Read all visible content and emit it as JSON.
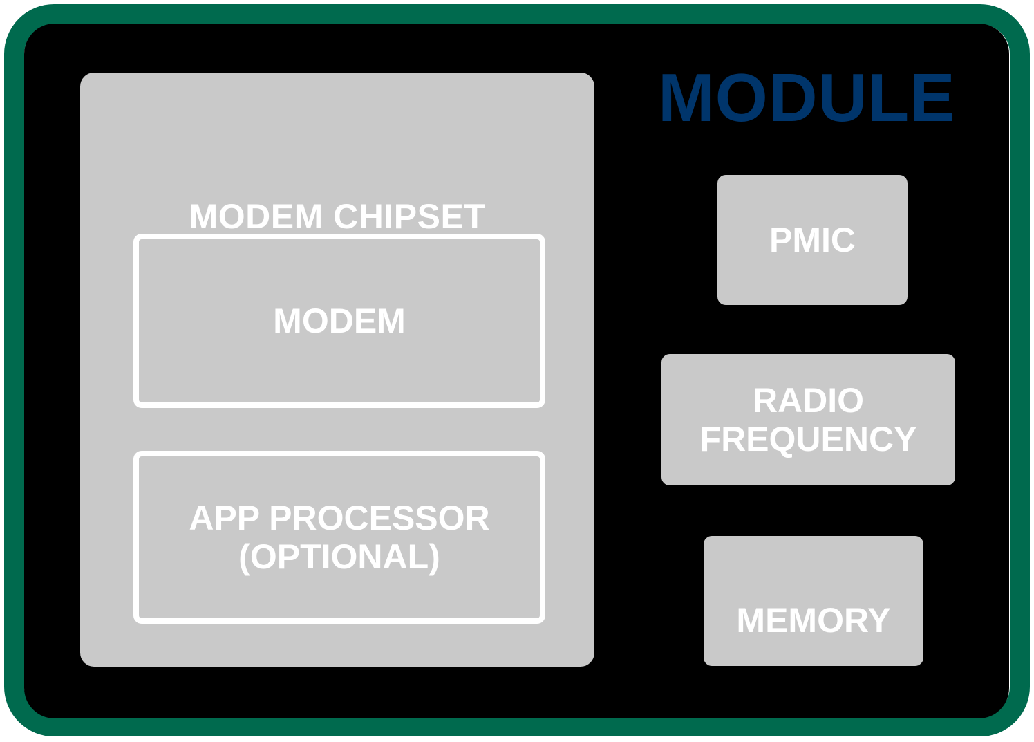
{
  "diagram": {
    "title": "MODULE",
    "title_color": "#00356B",
    "frame_color": "#006A4E",
    "body_color": "#000000",
    "block_fill_color": "#C9C9C9",
    "label_color": "#FFFFFF",
    "chipset": {
      "title": "MODEM CHIPSET",
      "blocks": [
        {
          "label": "MODEM"
        },
        {
          "label": "APP PROCESSOR\n(OPTIONAL)"
        }
      ]
    },
    "components": [
      {
        "label": "PMIC"
      },
      {
        "label": "RADIO\nFREQUENCY"
      },
      {
        "label": "MEMORY"
      }
    ]
  }
}
